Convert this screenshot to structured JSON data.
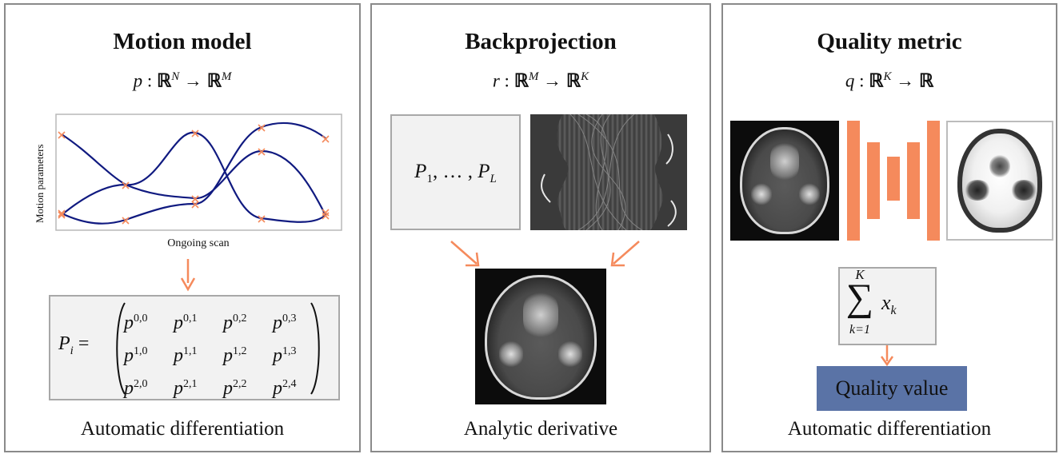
{
  "panels": [
    {
      "title": "Motion model",
      "formula": {
        "lhs": "p",
        "sep": " : ",
        "dom": "ℝ",
        "dom_sup": "N",
        "arrow": " → ",
        "cod": "ℝ",
        "cod_sup": "M"
      },
      "plot": {
        "ylabel": "Motion parameters",
        "xlabel": "Ongoing scan"
      },
      "matrix": {
        "lhs": "P",
        "lhs_sub": "i",
        "rows": [
          [
            "p",
            "0,0",
            "p",
            "0,1",
            "p",
            "0,2",
            "p",
            "0,3"
          ],
          [
            "p",
            "1,0",
            "p",
            "1,1",
            "p",
            "1,2",
            "p",
            "1,3"
          ],
          [
            "p",
            "2,0",
            "p",
            "2,1",
            "p",
            "2,2",
            "p",
            "2,4"
          ]
        ]
      },
      "footer": "Automatic differentiation"
    },
    {
      "title": "Backprojection",
      "formula": {
        "lhs": "r",
        "sep": " : ",
        "dom": "ℝ",
        "dom_sup": "M",
        "arrow": " → ",
        "cod": "ℝ",
        "cod_sup": "K"
      },
      "projections": {
        "p": "P",
        "first": "1",
        "dots": ", … , ",
        "last_sub": "L"
      },
      "footer": "Analytic derivative"
    },
    {
      "title": "Quality metric",
      "formula": {
        "lhs": "q",
        "sep": " : ",
        "dom": "ℝ",
        "dom_sup": "K",
        "arrow": " → ",
        "cod": "ℝ",
        "cod_sup": ""
      },
      "sum": {
        "upper": "K",
        "lower": "k=1",
        "term": "x",
        "term_sub": "k"
      },
      "quality_value": "Quality value",
      "footer": "Automatic differentiation"
    }
  ],
  "colors": {
    "accent": "#f58a5c",
    "curve": "#101a80",
    "quality_box": "#5a73a6",
    "panel_border": "#8a8a8a",
    "box_fill": "#f2f2f2"
  }
}
